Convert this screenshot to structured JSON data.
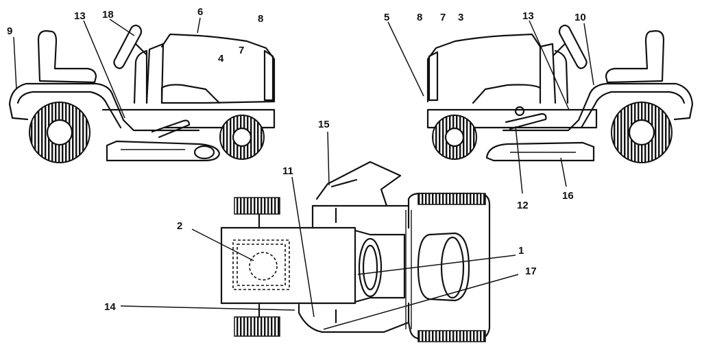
{
  "diagram": {
    "callouts": {
      "c1": "1",
      "c2": "2",
      "c3": "3",
      "c4": "4",
      "c5": "5",
      "c6": "6",
      "c7_left": "7",
      "c7_right": "7",
      "c8_left": "8",
      "c8_right": "8",
      "c9": "9",
      "c10": "10",
      "c11": "11",
      "c12": "12",
      "c13_left": "13",
      "c13_right": "13",
      "c14": "14",
      "c15": "15",
      "c16": "16",
      "c17": "17",
      "c18": "18"
    }
  }
}
